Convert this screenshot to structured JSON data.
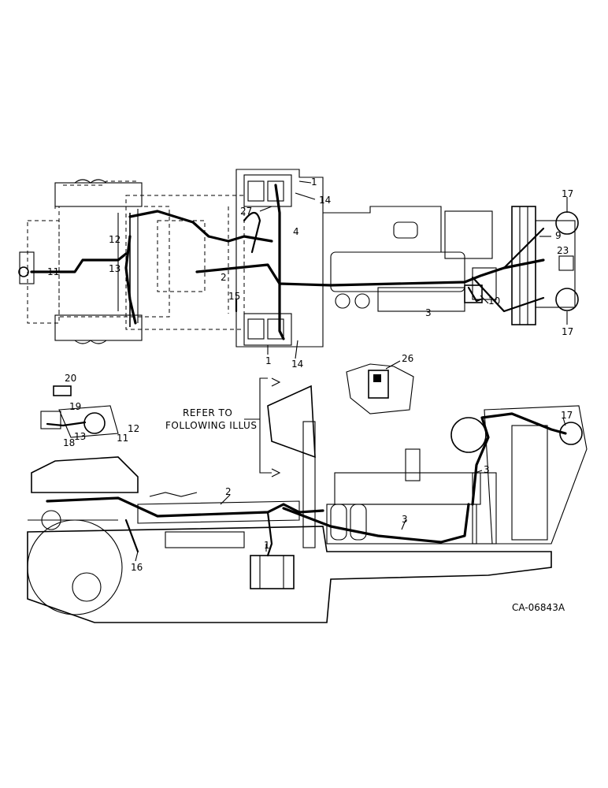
{
  "labels": {
    "top": {
      "n17a": "17",
      "n9": "9",
      "n23": "23",
      "n17b": "17",
      "n10": "10",
      "n3": "3",
      "n1a": "1",
      "n14a": "14",
      "n27": "27",
      "n4": "4",
      "n2": "2",
      "n15": "15",
      "n1b": "1",
      "n14b": "14",
      "n12": "12",
      "n13": "13",
      "n11": "11",
      "n26": "26"
    },
    "bottom": {
      "n20": "20",
      "n19": "19",
      "n12": "12",
      "n11": "11",
      "n13": "13",
      "n18": "18",
      "n2": "2",
      "n1": "1",
      "n16": "16",
      "n3a": "3",
      "n3b": "3",
      "n17": "17"
    }
  },
  "refer_note": {
    "line1": "REFER TO",
    "line2": "FOLLOWING ILLUS"
  },
  "drawing_code": "CA-06843A"
}
